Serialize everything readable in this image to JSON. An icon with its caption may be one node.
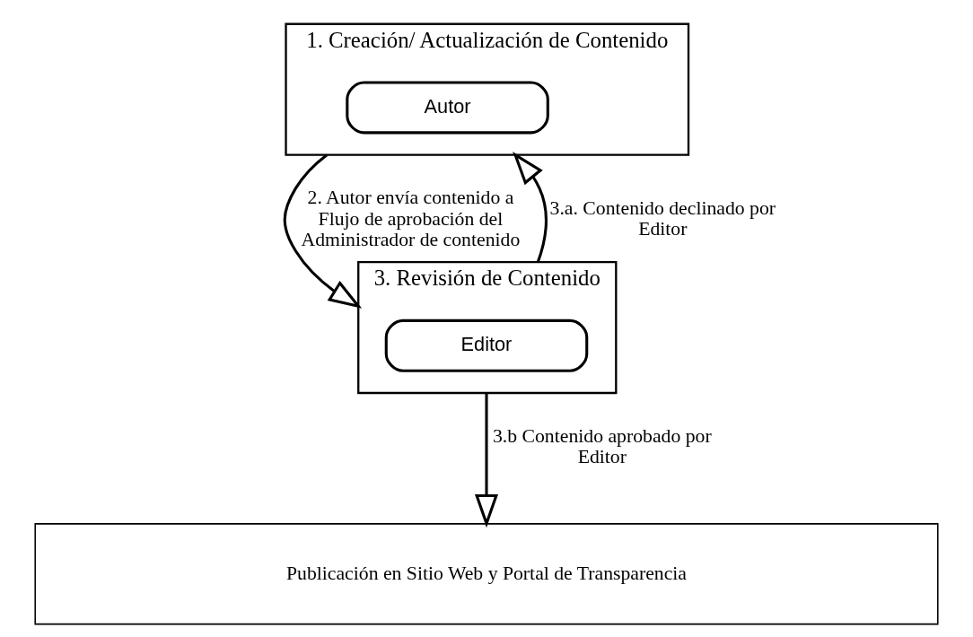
{
  "diagram": {
    "nodes": [
      {
        "text": [
          "1. Creación/ Actualización de Contenido"
        ]
      },
      {
        "text": [
          "Autor"
        ],
        "in": 0
      },
      {
        "text": [
          "3. Revisión de Contenido"
        ]
      },
      {
        "text": [
          "Editor"
        ],
        "in": 2
      },
      {
        "text": [
          "Publicación en Sitio Web y Portal de Transparencia"
        ]
      }
    ],
    "edges": [
      {
        "from": 0,
        "to": 2,
        "arrow": "to",
        "label": "2. Autor envía contenido a Flujo de aprobación del Administrador de contenido"
      },
      {
        "from": 2,
        "to": 0,
        "arrow": "to",
        "label": "3.a. Contenido declinado por Editor"
      },
      {
        "from": 2,
        "to": 4,
        "arrow": "to",
        "label": "3.b Contenido aprobado por Editor"
      }
    ]
  }
}
